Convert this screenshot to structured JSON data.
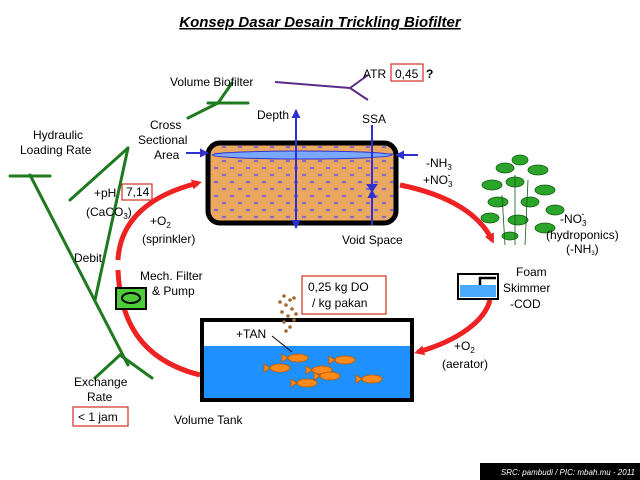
{
  "title": "Konsep Dasar Desain Trickling Biofilter",
  "volume_biofilter": "Volume Biofilter",
  "atr": {
    "label": "ATR",
    "value": "0,45",
    "suffix": "?"
  },
  "depth": "Depth",
  "ssa": "SSA",
  "cross_section": [
    "Cross",
    "Sectional",
    "Area"
  ],
  "hydraulic": [
    "Hydraulic",
    "Loading Rate"
  ],
  "nh3": {
    "text": "-NH",
    "sub": "3"
  },
  "no3_plus": {
    "text": "+NO",
    "sub": "3",
    "sup": "-"
  },
  "ph": {
    "label": "+pH",
    "value": "7,14"
  },
  "caco3": {
    "text": "(CaCO",
    "sub": "3",
    "close": ")"
  },
  "o2_sprinkler": {
    "text": "+O",
    "sub": "2",
    "note": "(sprinkler)"
  },
  "void_space": "Void Space",
  "no3_minus": {
    "text": "-NO",
    "sub": "3",
    "sup": "-"
  },
  "hydroponics": "(hydroponics)",
  "nh3_small": {
    "text": "(-NH",
    "sub": "3",
    "close": ")"
  },
  "debit": "Debit",
  "mech_filter": [
    "Mech. Filter",
    "& Pump"
  ],
  "do_box": [
    "0,25 kg DO",
    "/ kg pakan"
  ],
  "foam": [
    "Foam",
    "Skimmer"
  ],
  "cod": "-COD",
  "tan": "+TAN",
  "o2_aerator": {
    "text": "+O",
    "sub": "2",
    "note": "(aerator)"
  },
  "exchange": [
    "Exchange",
    "Rate"
  ],
  "exchange_value": "< 1 jam",
  "volume_tank": "Volume Tank",
  "source": "SRC: pambudi / PIC: mbah.mu - 2011",
  "colors": {
    "loop": "#ee2222",
    "water": "#1e90ff",
    "media": "#e8b26a",
    "bead": "#8a6bc4",
    "tree": "#1f7a1f",
    "arrow": "#3030d0",
    "box_border": "#d03020",
    "plant": "#2aa52a",
    "fish": "#ff8a1a"
  }
}
